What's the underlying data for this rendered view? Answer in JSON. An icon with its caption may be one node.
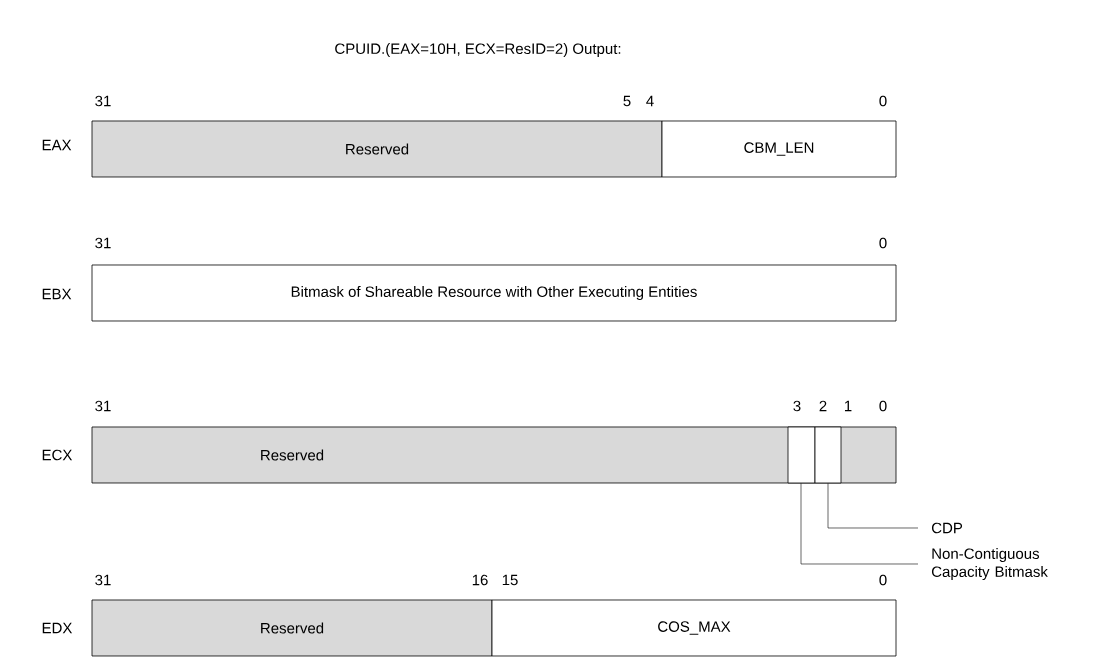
{
  "diagram": {
    "title": "CPUID.(EAX=10H, ECX=ResID=2) Output:",
    "nodes": [
      {
        "text": [
          "Reserved"
        ]
      },
      {
        "text": [
          "CBM_LEN"
        ]
      },
      {
        "text": [
          "Bitmask of Shareable Resource with Other Executing Entities"
        ]
      },
      {
        "text": [
          "Reserved"
        ]
      },
      {
        "text": [],
        "shape": "box",
        "in": 3
      },
      {
        "text": [],
        "shape": "box",
        "in": 3
      },
      {
        "text": [
          "CDP"
        ]
      },
      {
        "text": [
          "Non-Contiguous Capacity Bitmask"
        ]
      },
      {
        "text": [
          "Reserved"
        ]
      },
      {
        "text": [
          "COS_MAX"
        ]
      }
    ],
    "edges": [
      {
        "from": 5,
        "to": 6,
        "arrow": "none"
      },
      {
        "from": 4,
        "to": 7,
        "arrow": "none"
      }
    ],
    "labels": [
      "31",
      "5",
      "4",
      "0",
      "EAX",
      "31",
      "0",
      "EBX",
      "31",
      "3",
      "2",
      "1",
      "0",
      "ECX",
      "31",
      "16",
      "15",
      "0",
      "EDX"
    ]
  }
}
